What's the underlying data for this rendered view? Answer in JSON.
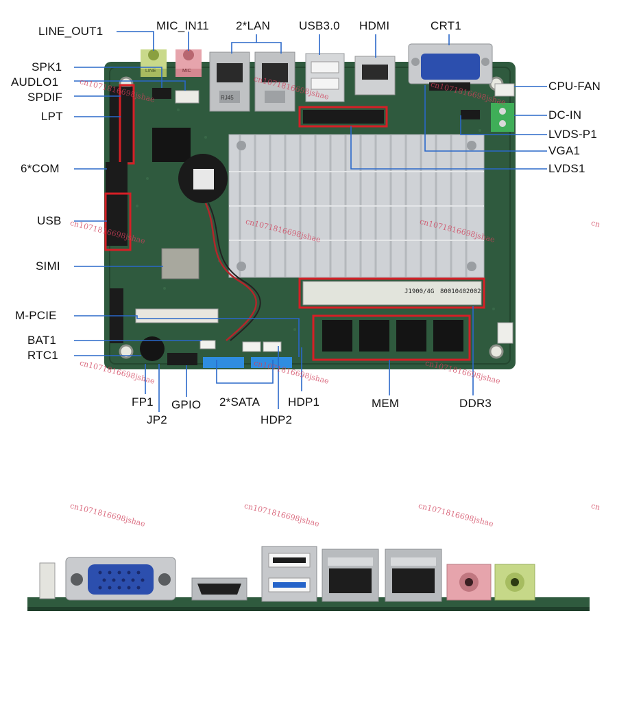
{
  "labels": {
    "line_out1": "LINE_OUT1",
    "mic_in11": "MIC_IN11",
    "lan": "2*LAN",
    "usb30": "USB3.0",
    "hdmi": "HDMI",
    "crt1": "CRT1",
    "spk1": "SPK1",
    "audlo1": "AUDLO1",
    "spdif": "SPDIF",
    "lpt": "LPT",
    "com": "6*COM",
    "usb": "USB",
    "simi": "SIMI",
    "mpcie": "M-PCIE",
    "bat1": "BAT1",
    "rtc1": "RTC1",
    "cpu_fan": "CPU-FAN",
    "dc_in": "DC-IN",
    "lvds_p1": "LVDS-P1",
    "vga1": "VGA1",
    "lvds1": "LVDS1",
    "fp1": "FP1",
    "jp2": "JP2",
    "gpio": "GPIO",
    "sata": "2*SATA",
    "hdp1": "HDP1",
    "hdp2": "HDP2",
    "mem": "MEM",
    "ddr3": "DDR3"
  },
  "board_marks": {
    "ram_label": "80010402002",
    "ram_label2": "J1900/4G",
    "lan_port_label": "RJ45",
    "green_jack": "LINE",
    "pink_jack": "MIC"
  },
  "watermark": "cn1071816698jshae",
  "watermark_short": "cn",
  "colors": {
    "pcb": "#2f5a3e",
    "pcb_dark": "#1f3f2b",
    "heatsink": "#cfd2d6",
    "highlight": "#d61f26",
    "callout": "#2a68c9",
    "vga_blue": "#2c4fae",
    "sata_blue": "#2f8de0",
    "mic_pink": "#e49aa3",
    "line_green": "#bcd27a",
    "dc_green": "#3fae58"
  }
}
